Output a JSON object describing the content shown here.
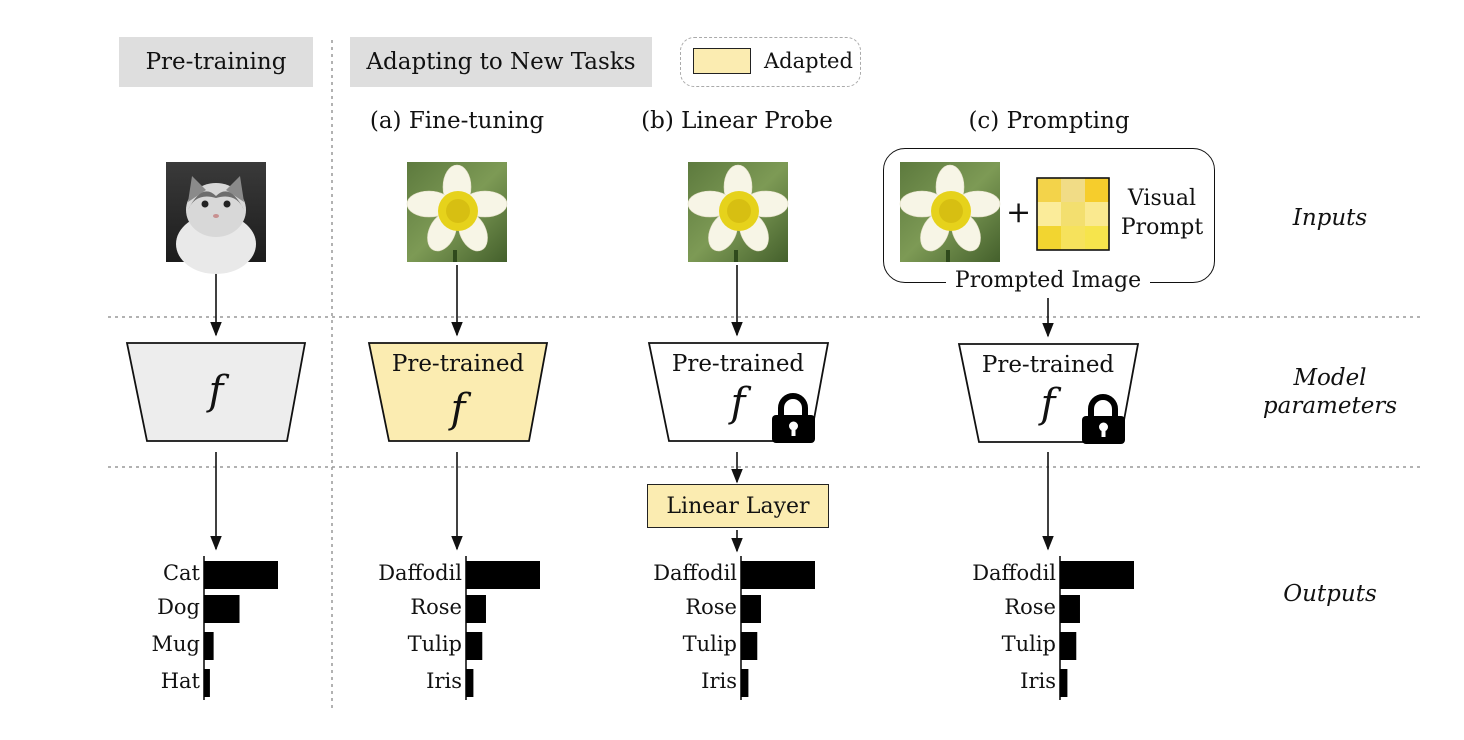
{
  "header": {
    "pretraining": "Pre-training",
    "adapting": "Adapting to New Tasks",
    "legend_label": "Adapted"
  },
  "methods": {
    "fine_tuning": "(a) Fine-tuning",
    "linear_probe": "(b) Linear Probe",
    "prompting": "(c) Prompting"
  },
  "row_labels": {
    "inputs": "Inputs",
    "model_line1": "Model",
    "model_line2": "parameters",
    "outputs": "Outputs"
  },
  "model": {
    "pretrained": "Pre-trained",
    "f_symbol": "f"
  },
  "linear_layer": "Linear Layer",
  "prompted_image": "Prompted Image",
  "visual_prompt_line1": "Visual",
  "visual_prompt_line2": "Prompt",
  "plus": "+",
  "colors": {
    "adapted": "#fbecb1",
    "pretrain_box": "#ededed",
    "header_box": "#dedede",
    "bar": "#000000",
    "prompt_grid": [
      "#f3d34a",
      "#f1dc86",
      "#f6cd2c",
      "#fbec9a",
      "#f3df6f",
      "#fae98f",
      "#f2d530",
      "#f6e25c",
      "#f6e44c"
    ]
  },
  "icons": [
    "cat-image",
    "daffodil-image",
    "lock-icon",
    "visual-prompt-grid"
  ],
  "chart_data": [
    {
      "type": "bar",
      "orientation": "horizontal",
      "categories": [
        "Cat",
        "Dog",
        "Mug",
        "Hat"
      ],
      "values": [
        1.0,
        0.48,
        0.13,
        0.08
      ]
    },
    {
      "type": "bar",
      "orientation": "horizontal",
      "categories": [
        "Daffodil",
        "Rose",
        "Tulip",
        "Iris"
      ],
      "values": [
        1.0,
        0.27,
        0.22,
        0.1
      ]
    },
    {
      "type": "bar",
      "orientation": "horizontal",
      "categories": [
        "Daffodil",
        "Rose",
        "Tulip",
        "Iris"
      ],
      "values": [
        1.0,
        0.27,
        0.22,
        0.1
      ]
    },
    {
      "type": "bar",
      "orientation": "horizontal",
      "categories": [
        "Daffodil",
        "Rose",
        "Tulip",
        "Iris"
      ],
      "values": [
        1.0,
        0.27,
        0.22,
        0.1
      ]
    }
  ]
}
